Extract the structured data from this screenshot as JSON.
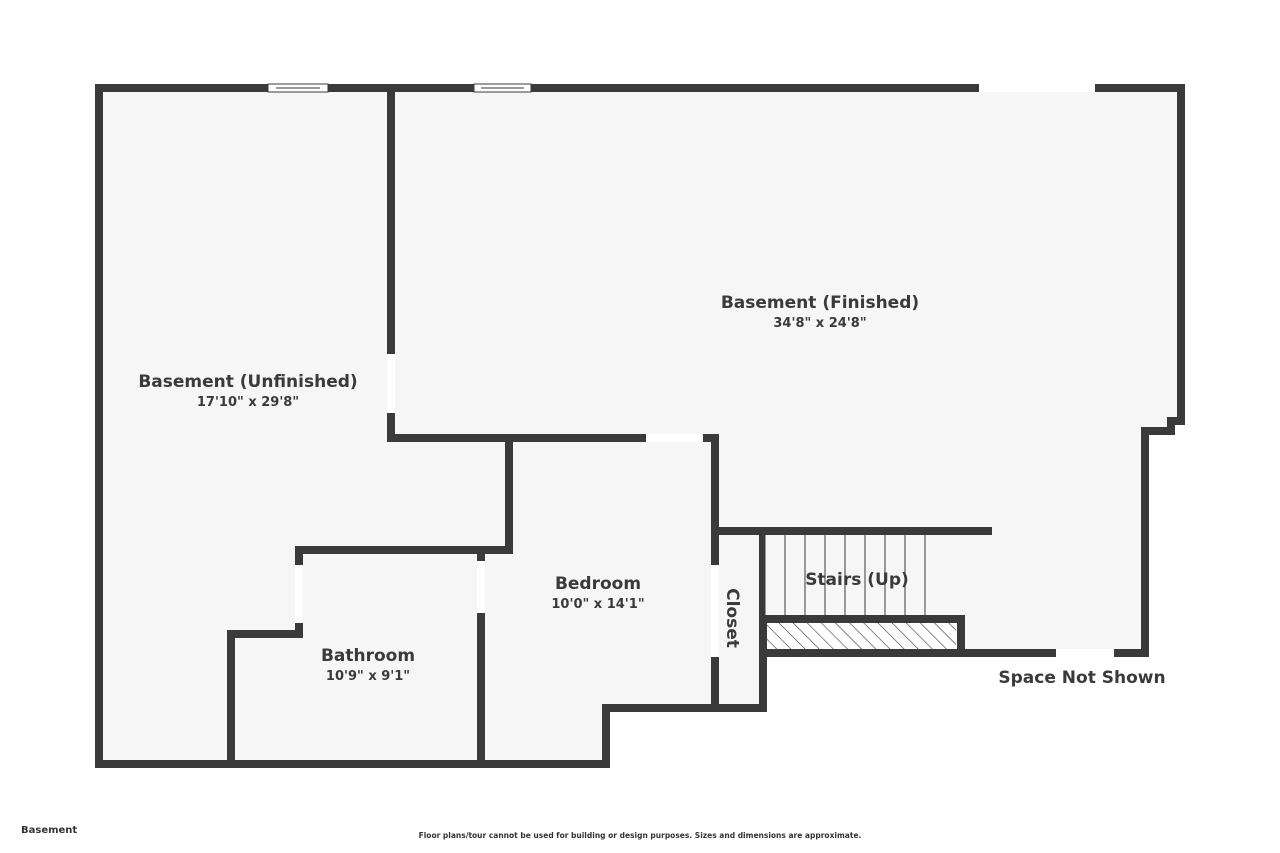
{
  "rooms": {
    "basement_unfinished": {
      "name": "Basement (Unfinished)",
      "dims": "17'10\" x 29'8\""
    },
    "basement_finished": {
      "name": "Basement (Finished)",
      "dims": "34'8\" x 24'8\""
    },
    "bedroom": {
      "name": "Bedroom",
      "dims": "10'0\" x 14'1\""
    },
    "bathroom": {
      "name": "Bathroom",
      "dims": "10'9\" x 9'1\""
    },
    "closet": {
      "name": "Closet"
    },
    "stairs": {
      "name": "Stairs (Up)"
    }
  },
  "space_not_shown": "Space Not Shown",
  "footer": {
    "level": "Basement",
    "disclaimer": "Floor plans/tour cannot be used for building or design purposes. Sizes and dimensions are approximate."
  },
  "colors": {
    "wall": "#3a3a3a",
    "floor": "#f6f6f6",
    "background": "#ffffff",
    "text": "#3a3a3a"
  }
}
